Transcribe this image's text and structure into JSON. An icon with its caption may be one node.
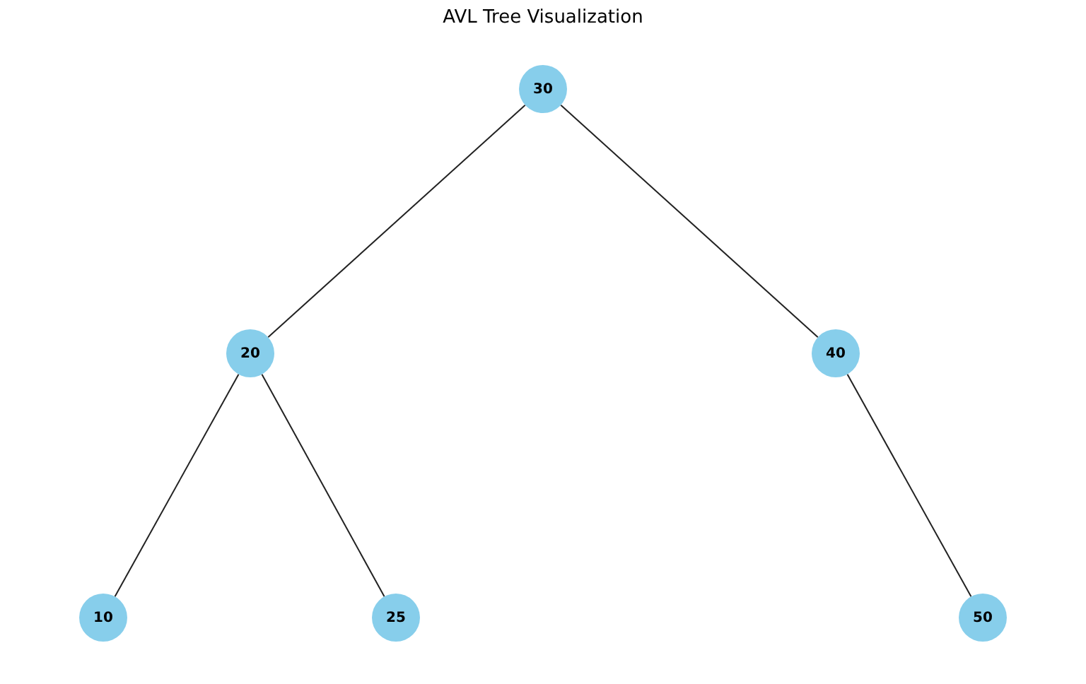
{
  "diagram": {
    "title": "AVL Tree Visualization",
    "nodes": [
      {
        "text": [
          "30"
        ]
      },
      {
        "text": [
          "20"
        ]
      },
      {
        "text": [
          "40"
        ]
      },
      {
        "text": [
          "10"
        ]
      },
      {
        "text": [
          "25"
        ]
      },
      {
        "text": [
          "50"
        ]
      }
    ],
    "edges": [
      {
        "from": 0,
        "to": 1,
        "arrow": "none"
      },
      {
        "from": 0,
        "to": 2,
        "arrow": "none"
      },
      {
        "from": 1,
        "to": 3,
        "arrow": "none"
      },
      {
        "from": 1,
        "to": 4,
        "arrow": "none"
      },
      {
        "from": 2,
        "to": 5,
        "arrow": "none"
      }
    ]
  }
}
